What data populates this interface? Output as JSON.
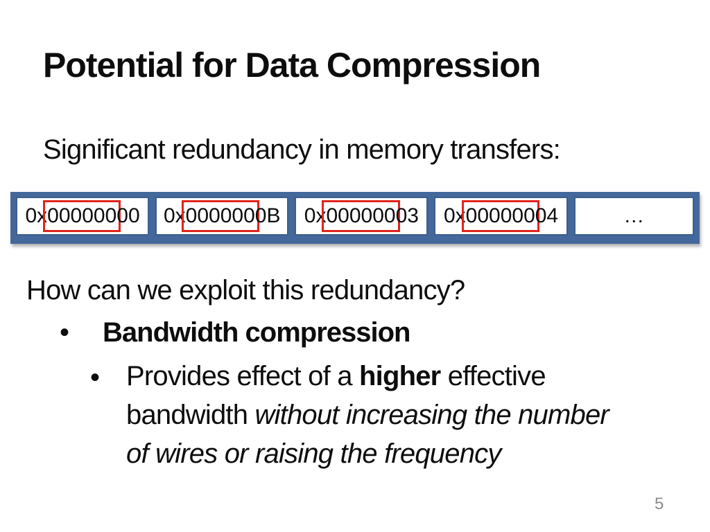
{
  "slide": {
    "title": "Potential for Data Compression",
    "subtitle": "Significant redundancy in memory transfers:",
    "question": "How can we exploit this redundancy?",
    "bullet_char": "•",
    "bullet1_label": "Bandwidth compression",
    "page_number": "5"
  },
  "memory_table": {
    "border_color": "#44689B",
    "highlight_color": "#E0241C",
    "cells": [
      {
        "prefix": "0x",
        "highlighted": "000000",
        "suffix": "00"
      },
      {
        "prefix": "0x",
        "highlighted": "000000",
        "suffix": "0B"
      },
      {
        "prefix": "0x",
        "highlighted": "000000",
        "suffix": "03"
      },
      {
        "prefix": "0x",
        "highlighted": "000000",
        "suffix": "04"
      },
      {
        "text": "…"
      }
    ]
  },
  "bullet2_lines": [
    [
      {
        "text": "Provides effect of a ",
        "style": "r"
      },
      {
        "text": "higher",
        "style": "b"
      },
      {
        "text": " effective",
        "style": "r"
      }
    ],
    [
      {
        "text": "bandwidth ",
        "style": "r"
      },
      {
        "text": "without increasing the number",
        "style": "i"
      }
    ],
    [
      {
        "text": "of wires or raising the frequency",
        "style": "i"
      }
    ]
  ]
}
